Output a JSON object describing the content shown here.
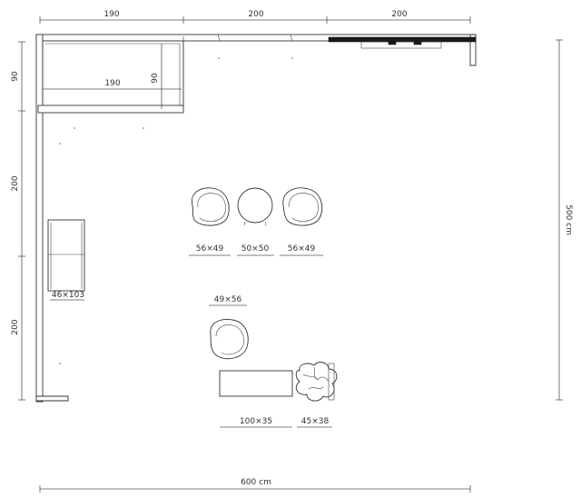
{
  "dimensions": {
    "top_left": "190",
    "top_middle": "200",
    "top_right": "200",
    "left_top": "90",
    "left_middle": "200",
    "left_bottom": "200",
    "right_total": "500 cm",
    "bottom_total": "600 cm",
    "inner_shelf_width": "190",
    "inner_shelf_depth": "90"
  },
  "furniture": {
    "chair_left": "56×49",
    "stool_center": "50×50",
    "chair_right": "56×49",
    "side_unit": "46×103",
    "lounge_chair": "49×56",
    "bench": "100×35",
    "plant": "45×38"
  }
}
